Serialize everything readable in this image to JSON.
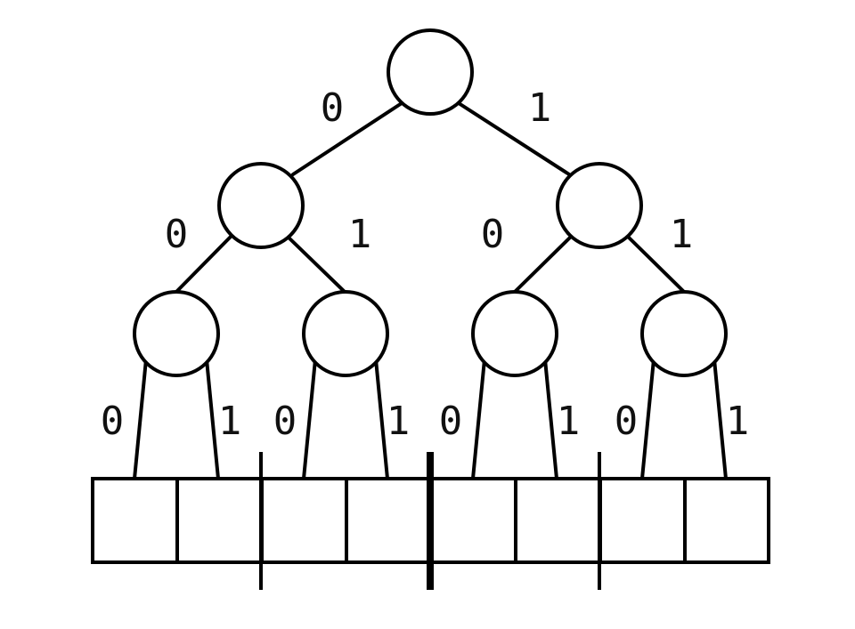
{
  "tree": {
    "edges": [
      {
        "id": "root-left",
        "label": "0"
      },
      {
        "id": "root-right",
        "label": "1"
      },
      {
        "id": "l1-left",
        "label": "0"
      },
      {
        "id": "l1-right",
        "label": "1"
      },
      {
        "id": "r1-left",
        "label": "0"
      },
      {
        "id": "r1-right",
        "label": "1"
      },
      {
        "id": "n1-left",
        "label": "0"
      },
      {
        "id": "n1-right",
        "label": "1"
      },
      {
        "id": "n2-left",
        "label": "0"
      },
      {
        "id": "n2-right",
        "label": "1"
      },
      {
        "id": "n3-left",
        "label": "0"
      },
      {
        "id": "n3-right",
        "label": "1"
      },
      {
        "id": "n4-left",
        "label": "0"
      },
      {
        "id": "n4-right",
        "label": "1"
      }
    ],
    "leaf_count": 8
  },
  "colors": {
    "stroke": "#000000",
    "background": "#ffffff"
  }
}
